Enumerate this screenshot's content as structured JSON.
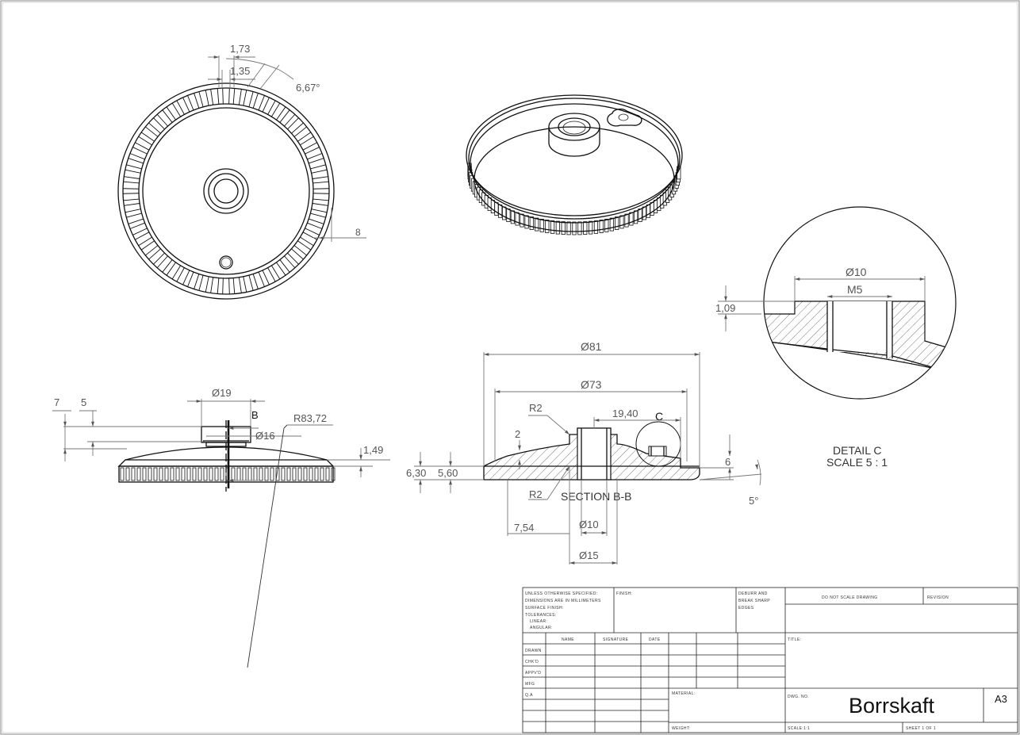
{
  "drawing": {
    "part_name": "Borrskaft",
    "sheet_size": "A3"
  },
  "front_view": {
    "dim_tooth_outer": "1,73",
    "dim_tooth_inner": "1,35",
    "dim_angle": "6,67°",
    "dim_depth": "8",
    "teeth": 54
  },
  "side_view": {
    "dim_hub_dia": "Ø19",
    "dim_7": "7",
    "dim_5": "5",
    "dim_16": "Ø16",
    "dim_1_49": "1,49",
    "dim_radius": "R83,72",
    "section_letter": "B"
  },
  "section_view": {
    "title": "SECTION B-B",
    "dim_81": "Ø81",
    "dim_73": "Ø73",
    "dim_r2_top": "R2",
    "dim_r2_bottom": "R2",
    "dim_19_40": "19,40",
    "detail_letter": "C",
    "dim_2": "2",
    "dim_6_30": "6,30",
    "dim_5_60": "5,60",
    "dim_6": "6",
    "dim_5deg": "5°",
    "dim_7_54": "7,54",
    "dim_10": "Ø10",
    "dim_15": "Ø15"
  },
  "detail_view": {
    "dim_10": "Ø10",
    "dim_m5": "M5",
    "dim_1_09": "1,09",
    "title": "DETAIL C",
    "scale": "SCALE 5 : 1"
  },
  "title_block": {
    "unless": "UNLESS OTHERWISE SPECIFIED:",
    "dimensions": "DIMENSIONS ARE IN MILLIMETERS",
    "surface": "SURFACE FINISH:",
    "tolerances": "TOLERANCES:",
    "linear": "LINEAR:",
    "angular": "ANGULAR:",
    "finish": "FINISH:",
    "deburr": "DEBURR AND",
    "break": "BREAK SHARP",
    "edges": "EDGES",
    "do_not_scale": "DO NOT SCALE DRAWING",
    "revision": "REVISION",
    "col_name": "NAME",
    "col_signature": "SIGNATURE",
    "col_date": "DATE",
    "row_drawn": "DRAWN",
    "row_chkd": "CHK'D",
    "row_appvd": "APPV'D",
    "row_mfg": "MFG",
    "row_qa": "Q.A",
    "title_label": "TITLE:",
    "material": "MATERIAL:",
    "weight": "WEIGHT:",
    "dwg_no": "DWG. NO.",
    "scale_label": "SCALE:1:1",
    "sheet_label": "SHEET 1 OF 1"
  }
}
